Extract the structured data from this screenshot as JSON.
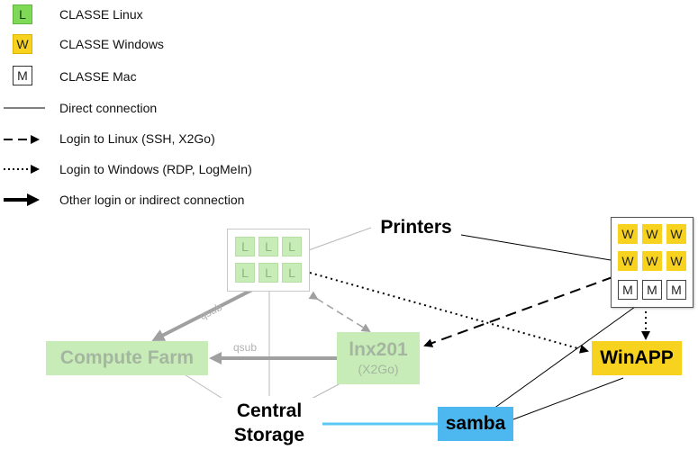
{
  "legend": {
    "linux": {
      "letter": "L",
      "label": "CLASSE Linux"
    },
    "windows": {
      "letter": "W",
      "label": "CLASSE Windows"
    },
    "mac": {
      "letter": "M",
      "label": "CLASSE Mac"
    },
    "direct": {
      "label": "Direct connection"
    },
    "login_linux": {
      "label": "Login to Linux (SSH, X2Go)"
    },
    "login_windows": {
      "label": "Login to Windows (RDP, LogMeIn)"
    },
    "other": {
      "label": "Other login or indirect connection"
    }
  },
  "nodes": {
    "printers": "Printers",
    "compute_farm": "Compute Farm",
    "lnx201": "lnx201",
    "lnx201_sub": "(X2Go)",
    "winapp": "WinAPP",
    "central_storage_1": "Central",
    "central_storage_2": "Storage",
    "samba": "samba"
  },
  "edge_labels": {
    "qsub_diag": "qsub",
    "qsub_horiz": "qsub"
  },
  "linux_grid": [
    "L",
    "L",
    "L",
    "L",
    "L",
    "L"
  ],
  "client_grid": [
    "W",
    "W",
    "W",
    "W",
    "W",
    "W",
    "M",
    "M",
    "M"
  ],
  "colors": {
    "linux": "#7ed957",
    "linux_faded": "#c8ecb8",
    "windows": "#f7d21f",
    "samba": "#4db8f0",
    "samba_line": "#5ac8f5",
    "faded_text": "#b0b0b0"
  }
}
